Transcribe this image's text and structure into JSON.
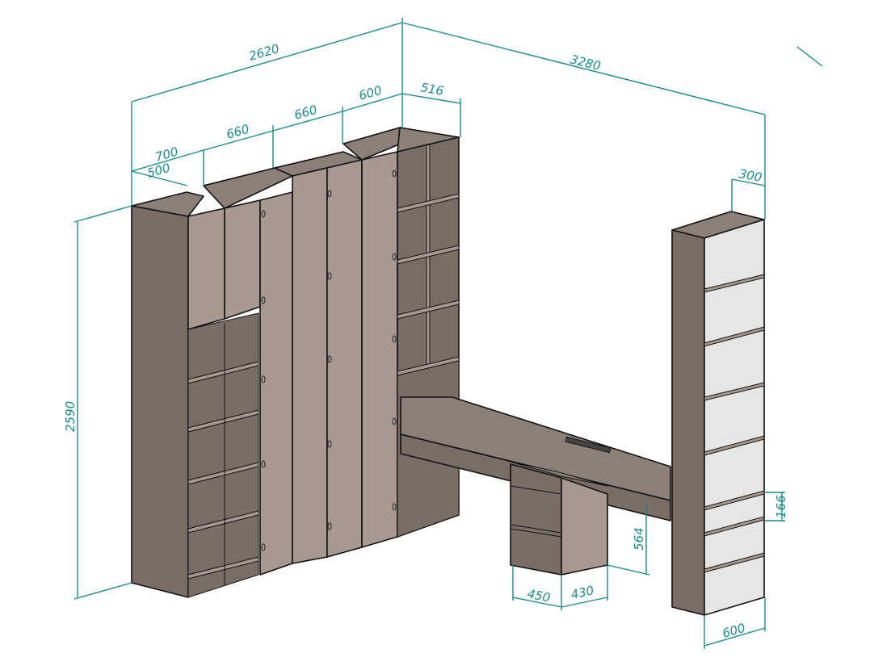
{
  "colors": {
    "dimension": "#1a8a8a",
    "side_panel": "#7a6d66",
    "front_panel": "#a89990",
    "top_panel": "#8c7f78",
    "white_panel": "#e6e6e6",
    "outline": "#111111"
  },
  "dimensions": {
    "overall_width_left": "2620",
    "overall_width_right": "3280",
    "height": "2590",
    "module_700": "700",
    "module_500": "500",
    "module_660_a": "660",
    "module_660_b": "660",
    "module_600_top": "600",
    "module_516": "516",
    "column_depth_300": "300",
    "column_width_600": "600",
    "desk_height_564": "564",
    "drawer_width_450": "450",
    "drawer_depth_430": "430",
    "plinth_166": "166"
  }
}
